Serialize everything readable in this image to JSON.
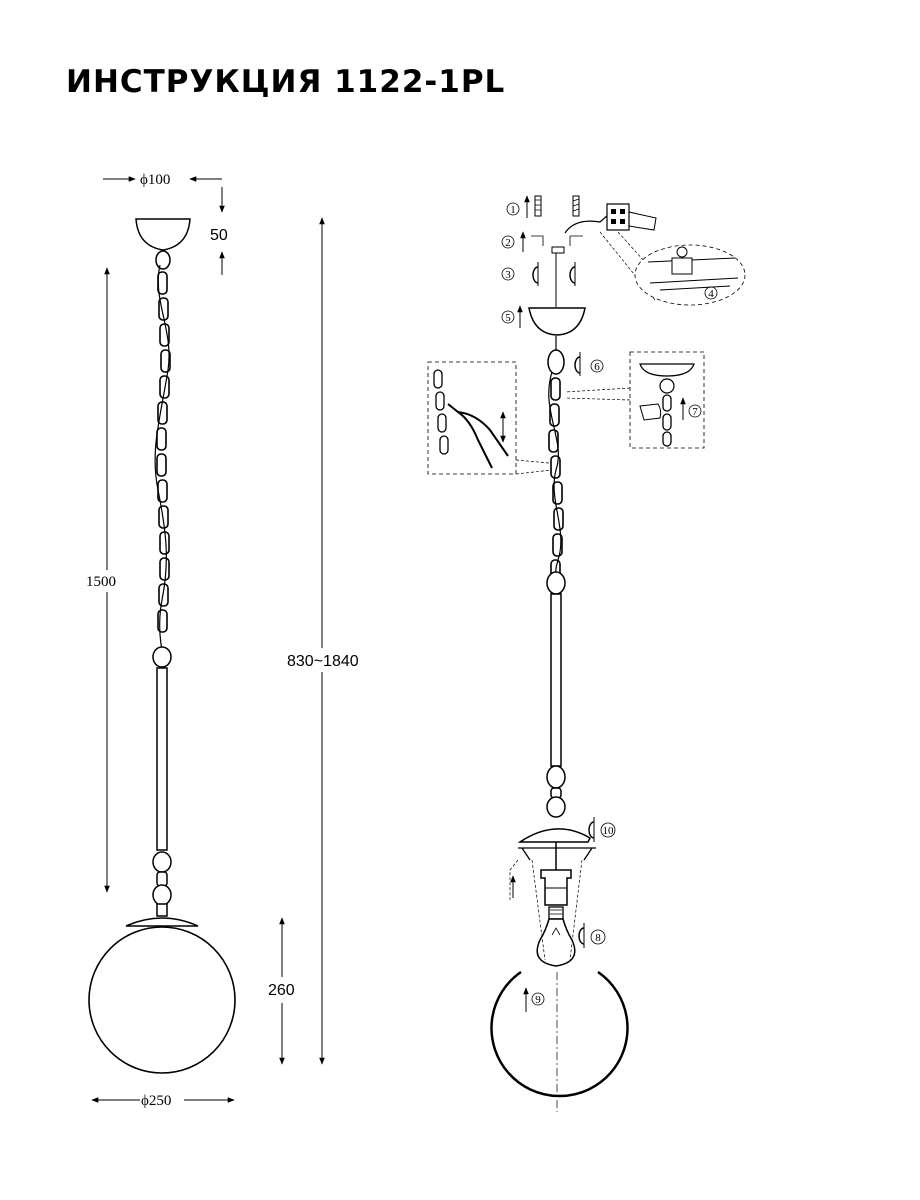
{
  "title": "ИНСТРУКЦИЯ 1122-1PL",
  "dimensions": {
    "canopy_diameter": "ϕ100",
    "canopy_height": "50",
    "chain_length": "1500",
    "total_height": "830~1840",
    "shade_height": "260",
    "shade_diameter": "ϕ250"
  },
  "steps": [
    "1",
    "2",
    "3",
    "4",
    "5",
    "6",
    "7",
    "8",
    "9",
    "10"
  ]
}
